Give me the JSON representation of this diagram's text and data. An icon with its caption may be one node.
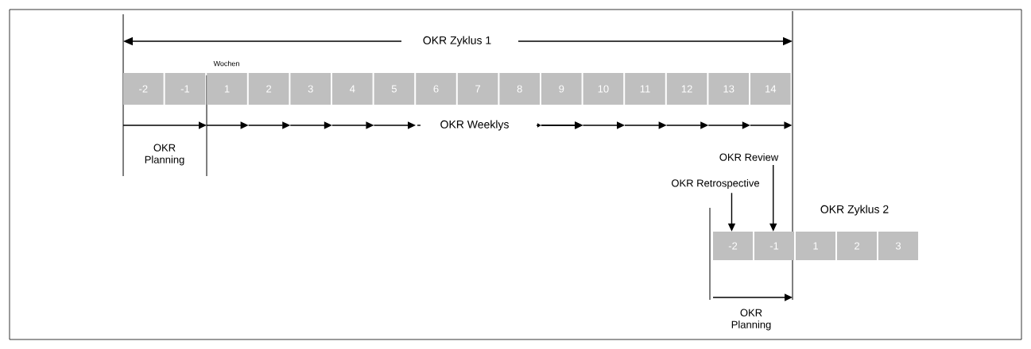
{
  "diagram": {
    "nodes": [
      {
        "text": [
          "-2"
        ]
      },
      {
        "text": [
          "-1"
        ]
      },
      {
        "text": [
          "1"
        ]
      },
      {
        "text": [
          "2"
        ]
      },
      {
        "text": [
          "3"
        ]
      },
      {
        "text": [
          "4"
        ]
      },
      {
        "text": [
          "5"
        ]
      },
      {
        "text": [
          "6"
        ]
      },
      {
        "text": [
          "7"
        ]
      },
      {
        "text": [
          "8"
        ]
      },
      {
        "text": [
          "9"
        ]
      },
      {
        "text": [
          "10"
        ]
      },
      {
        "text": [
          "11"
        ]
      },
      {
        "text": [
          "12"
        ]
      },
      {
        "text": [
          "13"
        ]
      },
      {
        "text": [
          "14"
        ]
      },
      {
        "text": [
          "-2"
        ]
      },
      {
        "text": [
          "-1"
        ]
      },
      {
        "text": [
          "1"
        ]
      },
      {
        "text": [
          "2"
        ]
      },
      {
        "text": [
          "3"
        ]
      },
      {
        "text": [
          "OKR Review"
        ]
      },
      {
        "text": [
          "OKR Retrospective"
        ]
      }
    ],
    "edges": [
      {
        "from": 21,
        "to": 17,
        "arrow": "to"
      },
      {
        "from": 22,
        "to": 16,
        "arrow": "to"
      }
    ],
    "labels": [
      "OKR Zyklus 1",
      "Wochen",
      "OKR Weeklys",
      "OKR Planning",
      "OKR Zyklus 2",
      "OKR Planning"
    ]
  }
}
